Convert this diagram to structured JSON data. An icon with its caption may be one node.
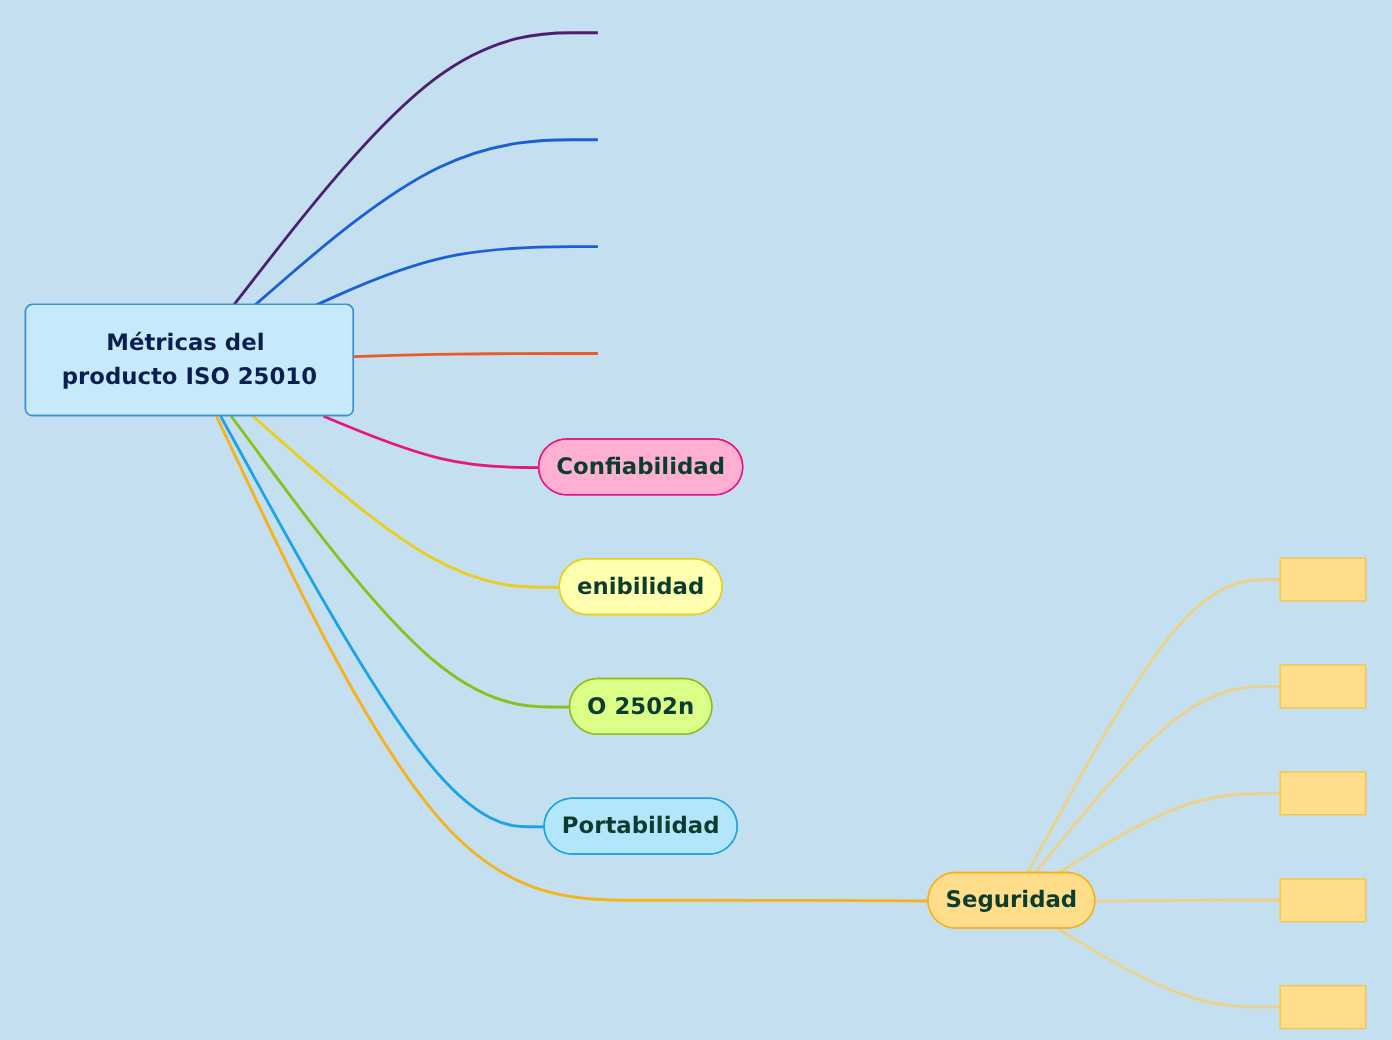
{
  "diagram": {
    "nodes": [
      {
        "text": [
          "Métricas del producto ISO 25010"
        ]
      },
      {
        "text": [
          "Confiabilidad"
        ]
      },
      {
        "text": [
          "enibilidad"
        ]
      },
      {
        "text": [
          "O 2502n"
        ]
      },
      {
        "text": [
          "Seguridad"
        ]
      },
      {
        "text": [
          "Portabilidad"
        ]
      },
      {
        "text": [],
        "shape": "box"
      },
      {
        "text": [],
        "shape": "box"
      },
      {
        "text": [],
        "shape": "box"
      },
      {
        "text": [],
        "shape": "box"
      },
      {
        "text": [],
        "shape": "box"
      }
    ],
    "edges": [
      {
        "from": 0,
        "to": null,
        "arrow": "none",
        "color": "#4b1f6f"
      },
      {
        "from": 0,
        "to": null,
        "arrow": "none",
        "color": "#1b5fd6"
      },
      {
        "from": 0,
        "to": null,
        "arrow": "none",
        "color": "#1b5fd6"
      },
      {
        "from": 0,
        "to": null,
        "arrow": "none",
        "color": "#e85a2b"
      },
      {
        "from": 0,
        "to": 1,
        "arrow": "none",
        "color": "#e6177b"
      },
      {
        "from": 0,
        "to": 2,
        "arrow": "none",
        "color": "#e8cf1b"
      },
      {
        "from": 0,
        "to": 3,
        "arrow": "none",
        "color": "#8bbf1c"
      },
      {
        "from": 0,
        "to": 4,
        "arrow": "none",
        "color": "#f5b21b"
      },
      {
        "from": 0,
        "to": 5,
        "arrow": "none",
        "color": "#1ba3e6"
      },
      {
        "from": 4,
        "to": 6,
        "arrow": "none",
        "color": "#ead28a"
      },
      {
        "from": 4,
        "to": 7,
        "arrow": "none",
        "color": "#ead28a"
      },
      {
        "from": 4,
        "to": 8,
        "arrow": "none",
        "color": "#ead28a"
      },
      {
        "from": 4,
        "to": 9,
        "arrow": "none",
        "color": "#ead28a"
      },
      {
        "from": 4,
        "to": 10,
        "arrow": "none",
        "color": "#ead28a"
      }
    ]
  }
}
